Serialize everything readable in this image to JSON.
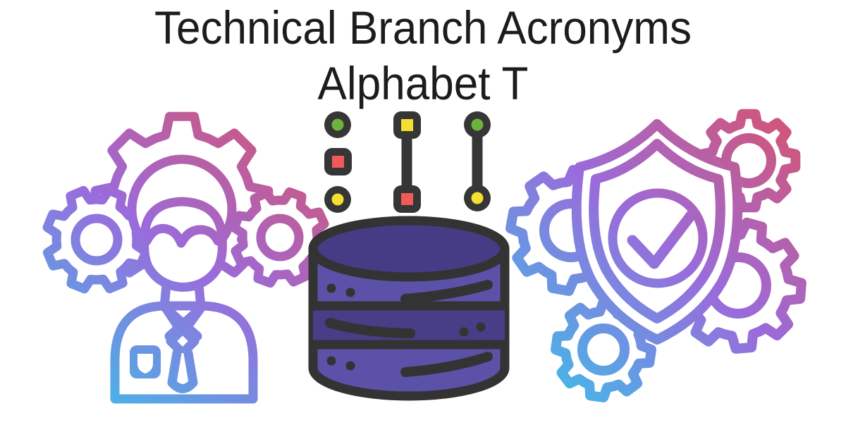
{
  "title": {
    "line1": "Technical Branch Acronyms",
    "line2": "Alphabet T",
    "color": "#1C1C1C"
  },
  "background": "#FFFFFF",
  "icons": {
    "person_gears": {
      "name": "engineer person with cogwheels",
      "style": "outline-gradient",
      "gradient": [
        "#3EBDE9",
        "#9A6BDB",
        "#D9536B"
      ]
    },
    "network_nodes": {
      "name": "connector node graph",
      "outline": "#363636",
      "palette": {
        "green": "#6CB33E",
        "red": "#F25A5A",
        "yellow": "#F3E030"
      },
      "columns": [
        {
          "connected": false,
          "nodes": [
            {
              "shape": "circle",
              "color": "green"
            },
            {
              "shape": "square",
              "color": "red"
            },
            {
              "shape": "circle",
              "color": "yellow"
            }
          ]
        },
        {
          "connected": true,
          "nodes": [
            {
              "shape": "square",
              "color": "yellow"
            },
            {
              "shape": "square",
              "color": "red"
            }
          ]
        },
        {
          "connected": true,
          "nodes": [
            {
              "shape": "circle",
              "color": "green"
            },
            {
              "shape": "circle",
              "color": "yellow"
            }
          ]
        }
      ]
    },
    "database": {
      "name": "database cylinder",
      "outline": "#333333",
      "top_fill": "#453C85",
      "band_light": "#5B51A8",
      "band_dark": "#473E87"
    },
    "shield_gears": {
      "name": "security shield with checkmark and cogwheels",
      "style": "outline-gradient",
      "gradient": [
        "#3EBDE9",
        "#9A6BDB",
        "#D9536B"
      ]
    }
  }
}
